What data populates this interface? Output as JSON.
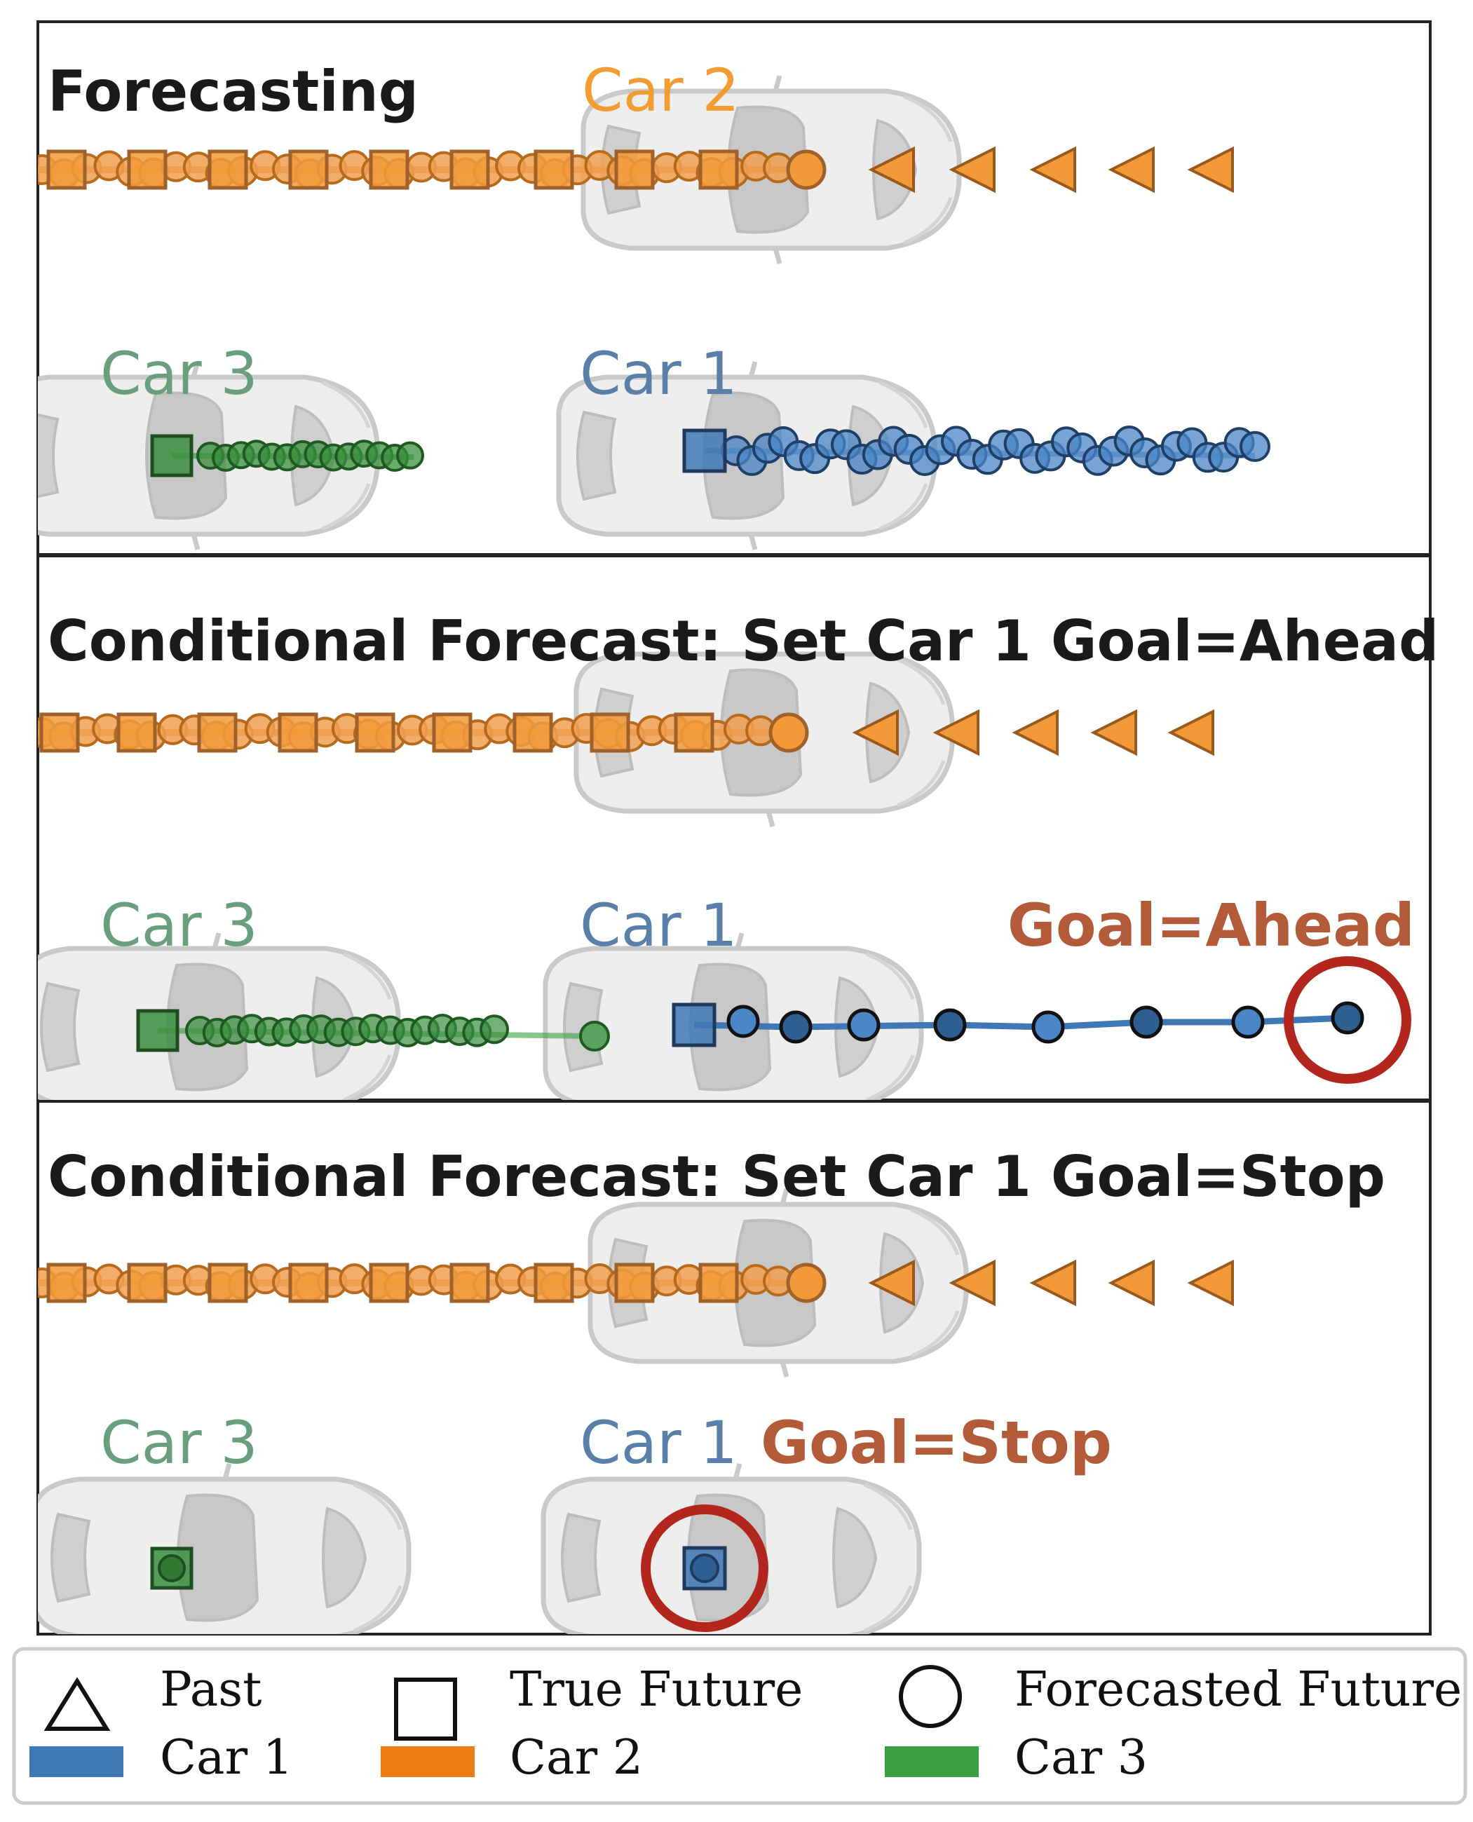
{
  "colors": {
    "car1": "#3f78b5",
    "car2": "#f29a3a",
    "car3": "#3a8f3e",
    "car1_label": "#5a7fa8",
    "car2_label": "#f39c32",
    "car3_label": "#6a9f7e",
    "goal": "#b35a38",
    "goal_ring": "#b3261e"
  },
  "panels": [
    {
      "title": "Forecasting",
      "car_labels": {
        "car1": "Car 1",
        "car2": "Car 2",
        "car3": "Car 3"
      },
      "goal_label": ""
    },
    {
      "title": "Conditional Forecast:  Set Car 1 Goal=Ahead",
      "car_labels": {
        "car1": "Car 1",
        "car3": "Car 3"
      },
      "goal_label": "Goal=Ahead"
    },
    {
      "title": "Conditional Forecast:  Set Car 1 Goal=Stop",
      "car_labels": {
        "car1": "Car 1",
        "car3": "Car 3"
      },
      "goal_label": "Goal=Stop"
    }
  ],
  "legend": {
    "markers": [
      {
        "icon": "triangle-icon",
        "label": "Past"
      },
      {
        "icon": "square-icon",
        "label": "True Future"
      },
      {
        "icon": "circle-icon",
        "label": "Forecasted Future"
      }
    ],
    "cars": [
      {
        "color": "#3f78b5",
        "label": "Car 1"
      },
      {
        "color": "#ee7d12",
        "label": "Car 2"
      },
      {
        "color": "#3aa043",
        "label": "Car 3"
      }
    ]
  }
}
